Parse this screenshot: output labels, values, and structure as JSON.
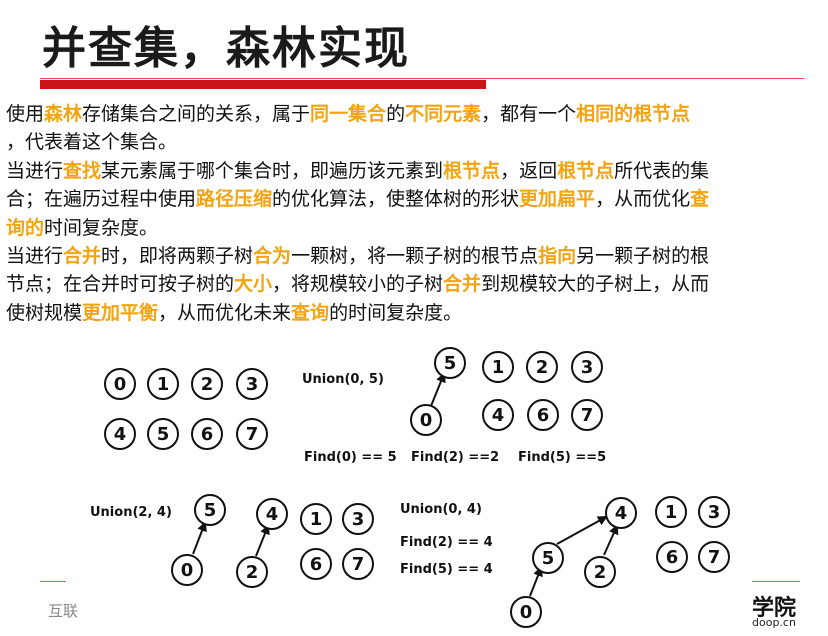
{
  "title": "并查集，森林实现",
  "paragraphs": [
    [
      [
        {
          "t": "使用",
          "h": false
        },
        {
          "t": "森林",
          "h": true
        },
        {
          "t": "存储集合之间的关系，属于",
          "h": false
        },
        {
          "t": "同一集合",
          "h": true
        },
        {
          "t": "的",
          "h": false
        },
        {
          "t": "不同元素",
          "h": true
        },
        {
          "t": "，都有一个",
          "h": false
        },
        {
          "t": "相同的根节点",
          "h": true
        }
      ],
      [
        {
          "t": "，代表着这个集合。",
          "h": false
        }
      ]
    ],
    [
      [
        {
          "t": "当进行",
          "h": false
        },
        {
          "t": "查找",
          "h": true
        },
        {
          "t": "某元素属于哪个集合时，即遍历该元素到",
          "h": false
        },
        {
          "t": "根节点",
          "h": true
        },
        {
          "t": "，返回",
          "h": false
        },
        {
          "t": "根节点",
          "h": true
        },
        {
          "t": "所代表的集",
          "h": false
        }
      ],
      [
        {
          "t": "合；在遍历过程中使用",
          "h": false
        },
        {
          "t": "路径压缩",
          "h": true
        },
        {
          "t": "的优化算法，使整体树的形状",
          "h": false
        },
        {
          "t": "更加扁平",
          "h": true
        },
        {
          "t": "，从而优化",
          "h": false
        },
        {
          "t": "查",
          "h": true
        }
      ],
      [
        {
          "t": "询的",
          "h": true
        },
        {
          "t": "时间复杂度。",
          "h": false
        }
      ]
    ],
    [
      [
        {
          "t": "当进行",
          "h": false
        },
        {
          "t": "合并",
          "h": true
        },
        {
          "t": "时，即将两颗子树",
          "h": false
        },
        {
          "t": "合为",
          "h": true
        },
        {
          "t": "一颗树，将一颗子树的根节点",
          "h": false
        },
        {
          "t": "指向",
          "h": true
        },
        {
          "t": "另一颗子树的根",
          "h": false
        }
      ],
      [
        {
          "t": "节点；在合并时可按子树的",
          "h": false
        },
        {
          "t": "大小",
          "h": true
        },
        {
          "t": "，将规模较小的子树",
          "h": false
        },
        {
          "t": "合并",
          "h": true
        },
        {
          "t": "到规模较大的子树上，从而",
          "h": false
        }
      ],
      [
        {
          "t": "使树规模",
          "h": false
        },
        {
          "t": "更加平衡",
          "h": true
        },
        {
          "t": "，从而优化未来",
          "h": false
        },
        {
          "t": "查询",
          "h": true
        },
        {
          "t": "的时间复杂度。",
          "h": false
        }
      ]
    ]
  ],
  "diagram": {
    "labels": {
      "union_0_5": "Union(0, 5)",
      "find_0": "Find(0) == 5",
      "find_2_a": "Find(2) ==2",
      "find_5_a": "Find(5)  ==5",
      "union_2_4": "Union(2, 4)",
      "union_0_4": "Union(0, 4)",
      "find_2_b": "Find(2) == 4",
      "find_5_b": "Find(5) == 4"
    },
    "nodes": {
      "s1": [
        "0",
        "1",
        "2",
        "3",
        "4",
        "5",
        "6",
        "7"
      ],
      "s2": [
        "5",
        "0",
        "1",
        "2",
        "3",
        "4",
        "6",
        "7"
      ],
      "s3": [
        "5",
        "0",
        "4",
        "2",
        "1",
        "3",
        "6",
        "7"
      ],
      "s4": [
        "4",
        "5",
        "2",
        "0",
        "1",
        "3",
        "6",
        "7"
      ]
    }
  },
  "footer": {
    "left_text": "互联",
    "brand": "学院",
    "url": "doop.cn"
  }
}
